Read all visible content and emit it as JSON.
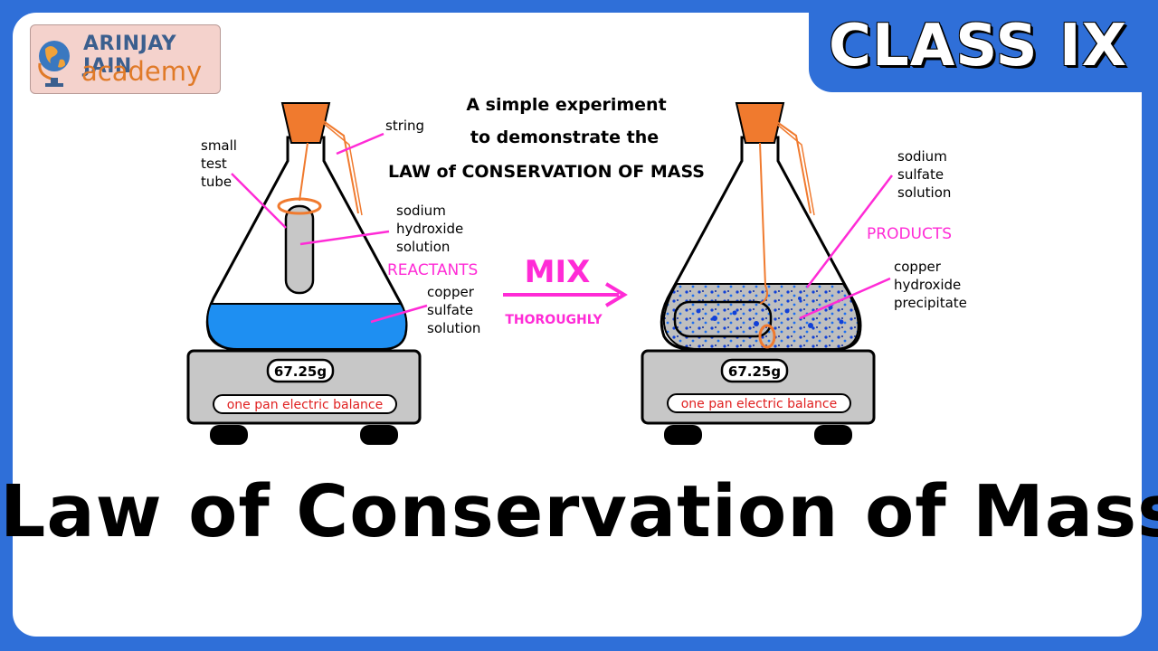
{
  "badge": {
    "text": "CLASS IX"
  },
  "logo": {
    "line1": "ARINJAY JAIN",
    "line2": "academy"
  },
  "heading": {
    "line1": "A simple experiment",
    "line2": "to demonstrate the",
    "line3": "LAW of CONSERVATION OF MASS"
  },
  "labels": {
    "string": "string",
    "small_test_tube": [
      "small",
      "test",
      "tube"
    ],
    "sodium_hydroxide": [
      "sodium",
      "hydroxide",
      "solution"
    ],
    "copper_sulfate": [
      "copper",
      "sulfate",
      "solution"
    ],
    "reactants": "REACTANTS",
    "mix": "MIX",
    "thoroughly": "THOROUGHLY",
    "sodium_sulfate": [
      "sodium",
      "sulfate",
      "solution"
    ],
    "products": "PRODUCTS",
    "copper_hydroxide": [
      "copper",
      "hydroxide",
      "precipitate"
    ]
  },
  "balances": {
    "left": {
      "reading": "67.25g",
      "label": "one pan electric balance"
    },
    "right": {
      "reading": "67.25g",
      "label": "one pan electric balance"
    }
  },
  "title": "Law of Conservation of Mass",
  "colors": {
    "frame_blue": "#2f6fd8",
    "label_magenta": "#ff2bd6",
    "solution_blue": "#1e8ff2",
    "cork_orange": "#f07a2e",
    "balance_gray": "#c7c7c7",
    "precipitate_blue": "#1040d8"
  }
}
